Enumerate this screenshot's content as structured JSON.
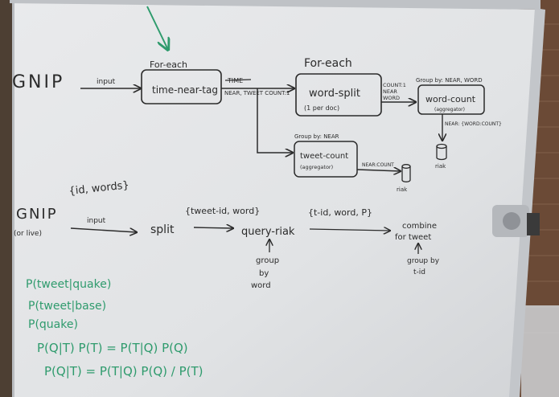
{
  "colors": {
    "board": "#e4e6e8",
    "ink": "#2b2b2b",
    "green_ink": "#2f9b6d",
    "frame": "#c9ccd0",
    "brick": "#6b4a36"
  },
  "top": {
    "source": "GNIP",
    "input_label": "input",
    "box1_header": "For-each",
    "box1_label": "time-near-tag",
    "crossed_text": "TIME",
    "edge1_label": "NEAR, TWEET COUNT:1",
    "box2_header": "For-each",
    "box2_label": "word-split",
    "box2_sub": "(1 per doc)",
    "edge2_label_a": "COUNT:1",
    "edge2_label_b": "NEAR",
    "edge2_label_c": "WORD",
    "box3_header": "Group by: NEAR, WORD",
    "box3_label": "word-count",
    "box3_sub": "(aggregator)",
    "edge3_label": "NEAR: {WORD:COUNT}",
    "store1_label": "riak",
    "box4_header": "Group by: NEAR",
    "box4_label": "tweet-count",
    "box4_sub": "(aggregator)",
    "edge4_label": "NEAR:COUNT",
    "store2_label": "riak"
  },
  "middle": {
    "tuple1": "{id, words}",
    "source": "GNIP",
    "source_sub": "(or live)",
    "input_label": "input",
    "step1": "split",
    "tuple2": "{tweet-id, word}",
    "step2": "query-riak",
    "tuple3": "{t-id, word, P}",
    "step3_a": "combine",
    "step3_b": "for tweet",
    "note1_a": "group",
    "note1_b": "by",
    "note1_c": "word",
    "note2_a": "group by",
    "note2_b": "t-id"
  },
  "math": {
    "line1": "P(tweet|quake)",
    "line2": "P(tweet|base)",
    "line3": "P(quake)",
    "line4": "P(Q|T) P(T) = P(T|Q) P(Q)",
    "line5": "P(Q|T) = P(T|Q) P(Q) / P(T)"
  }
}
